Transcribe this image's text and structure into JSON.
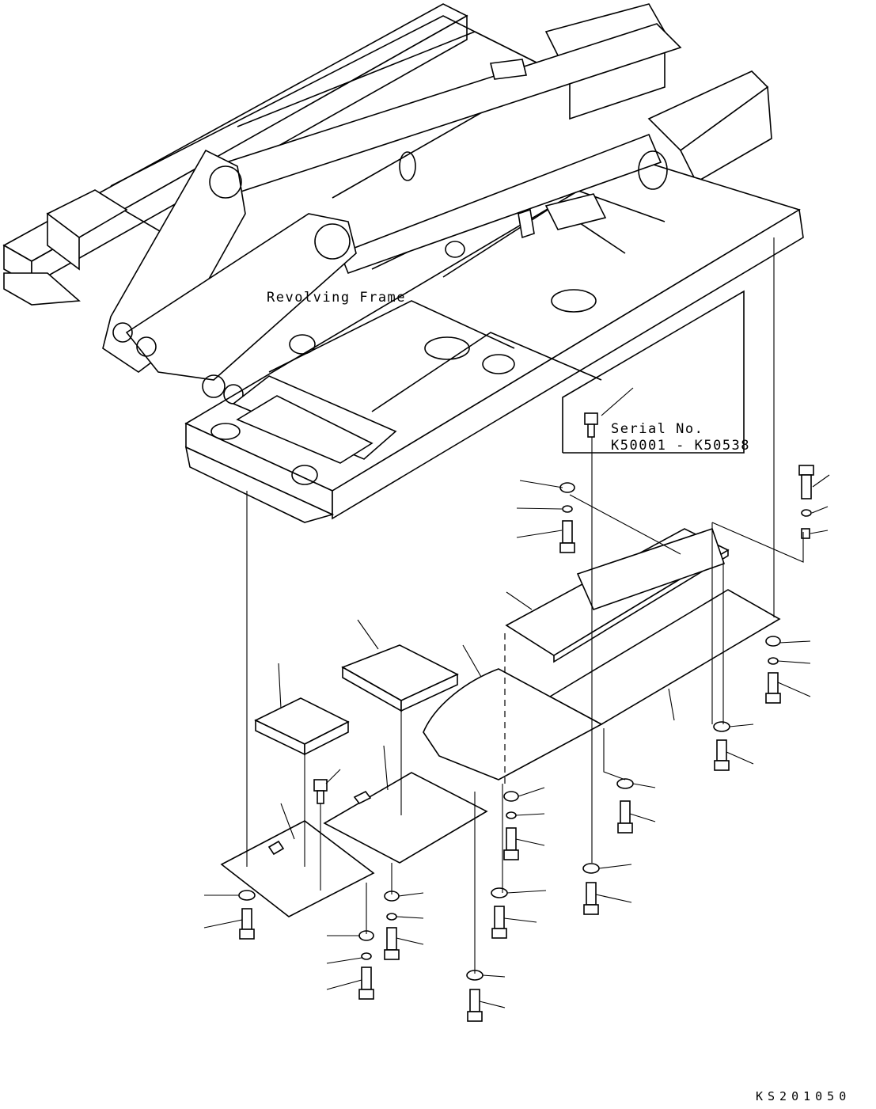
{
  "frame_label": "Revolving Frame",
  "serial_box": {
    "line1": "Serial No.",
    "line2": "K50001 - K50538"
  },
  "drawing_code": "KS201050"
}
